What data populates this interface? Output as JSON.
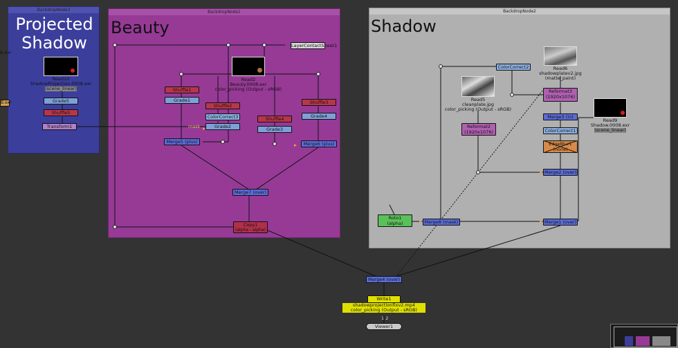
{
  "backdrops": {
    "b3": {
      "title": "BackdropNode3",
      "label": "Projected Shadow",
      "color": "#3c3e9c"
    },
    "b1": {
      "title": "BackdropNode1",
      "label": "Beauty",
      "color": "#963a96"
    },
    "b2": {
      "title": "BackdropNode2",
      "label": "Shadow",
      "color": "#b0b0b0"
    }
  },
  "nodes": {
    "read10": {
      "name": "Read10",
      "file": "ShadowProjection.0008.exr",
      "cs": "(scene_linear)"
    },
    "grade5": "Grade5",
    "shuffle5": "Shuffle5",
    "transform1": "Transform1",
    "cut_left": "8.exr",
    "cut_left2": "B.exr",
    "read2": {
      "name": "Read2",
      "file": "Beauty.0008.exr",
      "cs": "color_picking (Output - sRGB)"
    },
    "contact": "LayerContactSheet1",
    "shuffle1": "Shuffle1",
    "grade1": "Grade1",
    "shuffle2": "Shuffle2",
    "colorcorrect3": "ColorCorrect3",
    "grade2": "Grade2",
    "mask": "mask",
    "shuffle4": "Shuffle4",
    "grade3": "Grade3",
    "shuffle3": "Shuffle3",
    "grade4": "Grade4",
    "merge5": "Merge5 (plus)",
    "merge6": "Merge6 (plus)",
    "merge7": "Merge7 (over)",
    "copy1": {
      "name": "Copy1",
      "sub": "(alpha - alpha)"
    },
    "colorcorrect2": "ColorCorrect2",
    "read6": {
      "name": "Read6",
      "file": "shadowplatev2.jpg",
      "cs": "(matte_paint)"
    },
    "reformat3": {
      "name": "Reformat3",
      "sub": "(1920x1076)"
    },
    "read5": {
      "name": "Read5",
      "file": "cleanplate.jpg",
      "cs": "color_picking (Output - sRGB)"
    },
    "reformat2": {
      "name": "Reformat2",
      "sub": "(1920x1076)"
    },
    "merge3": "Merge3 (in)",
    "read9": {
      "name": "Read9",
      "file": "Shadow.0008.exr",
      "cs": "(scene_linear)"
    },
    "colorcorrect1": "ColorCorrect1",
    "edgeblur": {
      "name": "EdgeBlur1",
      "sub": "(none)"
    },
    "merge2": "Merge2 (over)",
    "roto1": {
      "name": "Roto1",
      "sub": "(alpha)"
    },
    "merge8": "Merge8 (mask)",
    "merge1": "Merge1 (over)",
    "merge4": "Merge4 (over)",
    "write1": {
      "name": "Write1",
      "file": "shadowprojectionfixv2.mp4",
      "cs": "color_picking (Output - sRGB)"
    },
    "viewer_inputs": "1  2",
    "viewer1": "Viewer1"
  },
  "colors": {
    "merge": "#5a6cd8",
    "shuffle": "#b8364a",
    "grade": "#7ea0d8",
    "cc": "#8db0e0",
    "copy": "#b0304a",
    "reformat": "#b060b0",
    "roto": "#5ac05a",
    "write": "#e0e000",
    "edgeblur": "#d88a4a",
    "viewer": "#c8c8c8"
  }
}
